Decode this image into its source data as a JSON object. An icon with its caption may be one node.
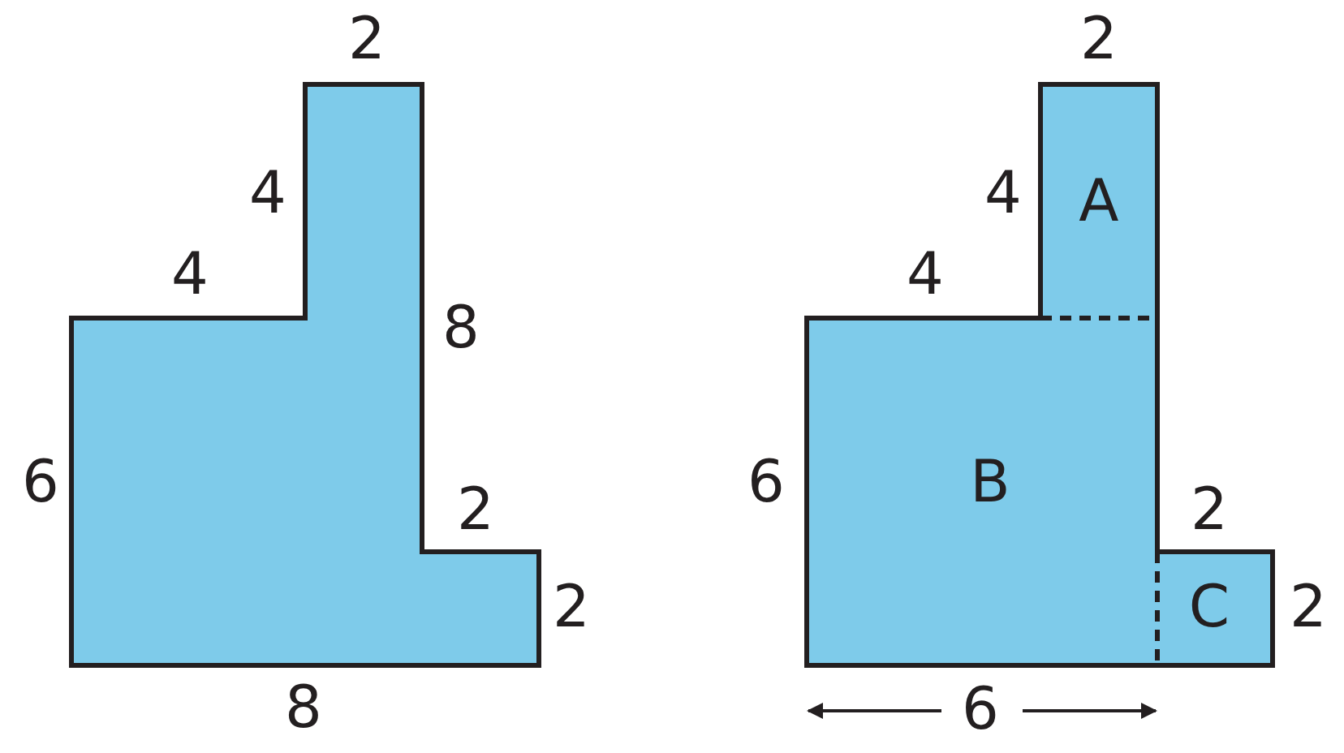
{
  "diagram": {
    "labels": [
      "2",
      "4",
      "4",
      "8",
      "6",
      "2",
      "2",
      "8",
      "2",
      "4",
      "A",
      "4",
      "6",
      "B",
      "2",
      "C",
      "2",
      "6"
    ]
  }
}
